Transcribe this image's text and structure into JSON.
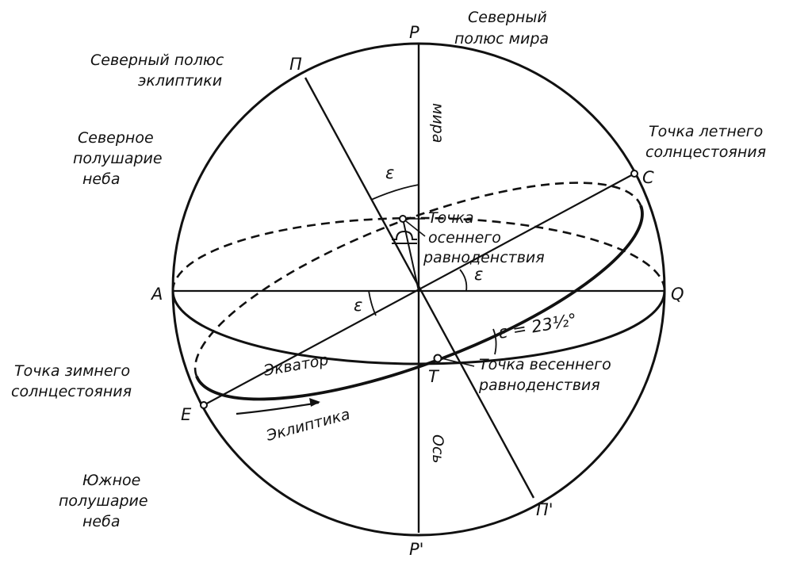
{
  "labels": {
    "P": "P",
    "P_prime": "P'",
    "Pi": "П",
    "Pi_prime": "П'",
    "A": "A",
    "Q": "Q",
    "C": "C",
    "E": "E",
    "T": "Т",
    "north_celestial_pole": [
      "Северный",
      "полюс мира"
    ],
    "north_ecliptic_pole": [
      "Северный полюс",
      "эклиптики"
    ],
    "north_hemisphere": [
      "Северное",
      "полушарие",
      "неба"
    ],
    "south_hemisphere": [
      "Южное",
      "полушарие",
      "неба"
    ],
    "summer_solstice": [
      "Точка летнего",
      "солнцестояния"
    ],
    "winter_solstice": [
      "Точка зимнего",
      "солнцестояния"
    ],
    "autumn_equinox": [
      "Точка",
      "осеннего",
      "равноденствия"
    ],
    "spring_equinox": [
      "Точка весеннего",
      "равноденствия"
    ],
    "axis_top": "мира",
    "axis_bottom": "Ось",
    "equator": "Экватор",
    "ecliptic": "Эклиптика",
    "epsilon": "ε",
    "epsilon_value": "ε = 23½°"
  }
}
